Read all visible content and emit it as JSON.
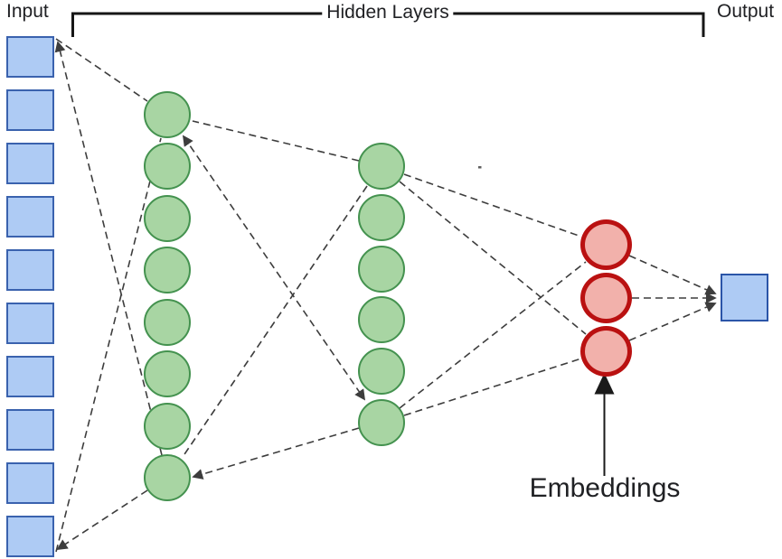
{
  "labels": {
    "input": "Input",
    "hidden_layers": "Hidden Layers",
    "output": "Output",
    "embeddings": "Embeddings"
  },
  "network": {
    "input_nodes": 10,
    "hidden_layer1_nodes": 8,
    "hidden_layer2_nodes": 6,
    "embedding_nodes": 3,
    "output_nodes": 1
  },
  "colors": {
    "node_input_fill": "#aecbf4",
    "node_input_border": "#3a62ae",
    "node_hidden_fill": "#a8d5a3",
    "node_hidden_border": "#44924f",
    "node_embedding_fill": "#f2b1ab",
    "node_embedding_border": "#ba1111",
    "connector": "#3d3d3d",
    "text": "#202124"
  }
}
